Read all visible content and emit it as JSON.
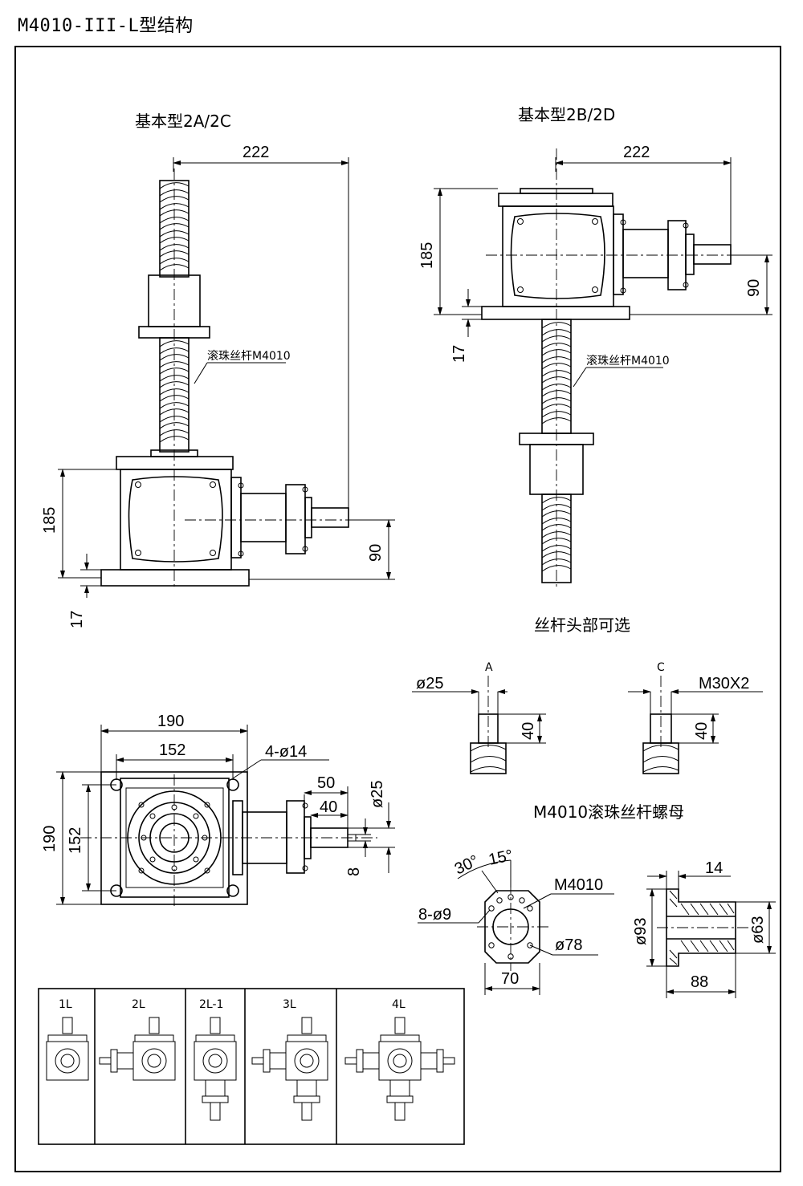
{
  "header": {
    "title": "M4010-III-L型结构"
  },
  "sections": {
    "left_title": "基本型2A/2C",
    "right_title": "基本型2B/2D",
    "head_options_title": "丝杆头部可选",
    "nut_title": "M4010滚珠丝杆螺母"
  },
  "labels": {
    "ballscrew_left": "滚珠丝杆M4010",
    "ballscrew_right": "滚珠丝杆M4010",
    "option_a": "A",
    "option_c": "C"
  },
  "dimensions": {
    "left_222": "222",
    "left_185": "185",
    "left_90": "90",
    "left_17": "17",
    "right_222": "222",
    "right_185": "185",
    "right_90": "90",
    "right_17": "17",
    "plan_190_top": "190",
    "plan_152_top": "152",
    "plan_holes": "4-ø14",
    "plan_190_side": "190",
    "plan_152_side": "152",
    "plan_50": "50",
    "plan_40": "40",
    "plan_25": "ø25",
    "plan_8": "8",
    "opt_a_dia": "ø25",
    "opt_a_40": "40",
    "opt_c_thread": "M30X2",
    "opt_c_40": "40",
    "nut_30": "30°",
    "nut_15": "15°",
    "nut_m4010": "M4010",
    "nut_holes": "8-ø9",
    "nut_78": "ø78",
    "nut_70": "70",
    "nut_14": "14",
    "nut_93": "ø93",
    "nut_63": "ø63",
    "nut_88": "88"
  },
  "config_table": {
    "headers": [
      "1L",
      "2L",
      "2L-1",
      "3L",
      "4L"
    ]
  }
}
